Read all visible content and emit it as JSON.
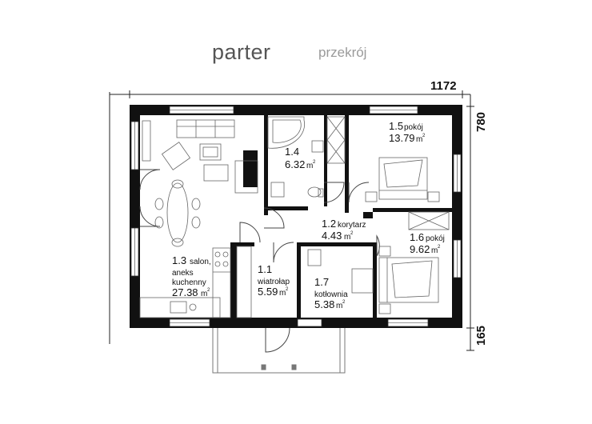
{
  "tabs": {
    "parter": "parter",
    "przekroj": "przekrój"
  },
  "dimensions": {
    "width": "1172",
    "depth": "780",
    "porch": "165"
  },
  "rooms": [
    {
      "number": "1.1",
      "name": "wiatrołap",
      "area": "5.59"
    },
    {
      "number": "1.2",
      "name": "korytarz",
      "area": "4.43"
    },
    {
      "number": "1.3",
      "name": "salon,",
      "name2": "aneks",
      "name3": "kuchenny",
      "area": "27.38"
    },
    {
      "number": "1.4",
      "name": "",
      "area": "6.32"
    },
    {
      "number": "1.5",
      "name": "pokój",
      "area": "13.79"
    },
    {
      "number": "1.6",
      "name": "pokój",
      "area": "9.62"
    },
    {
      "number": "1.7",
      "name": "kotłownia",
      "area": "5.38"
    }
  ],
  "unit": "m",
  "unit_sup": "2",
  "colors": {
    "wall": "#111111",
    "furniture": "#6b6b6b",
    "line": "#444444"
  }
}
